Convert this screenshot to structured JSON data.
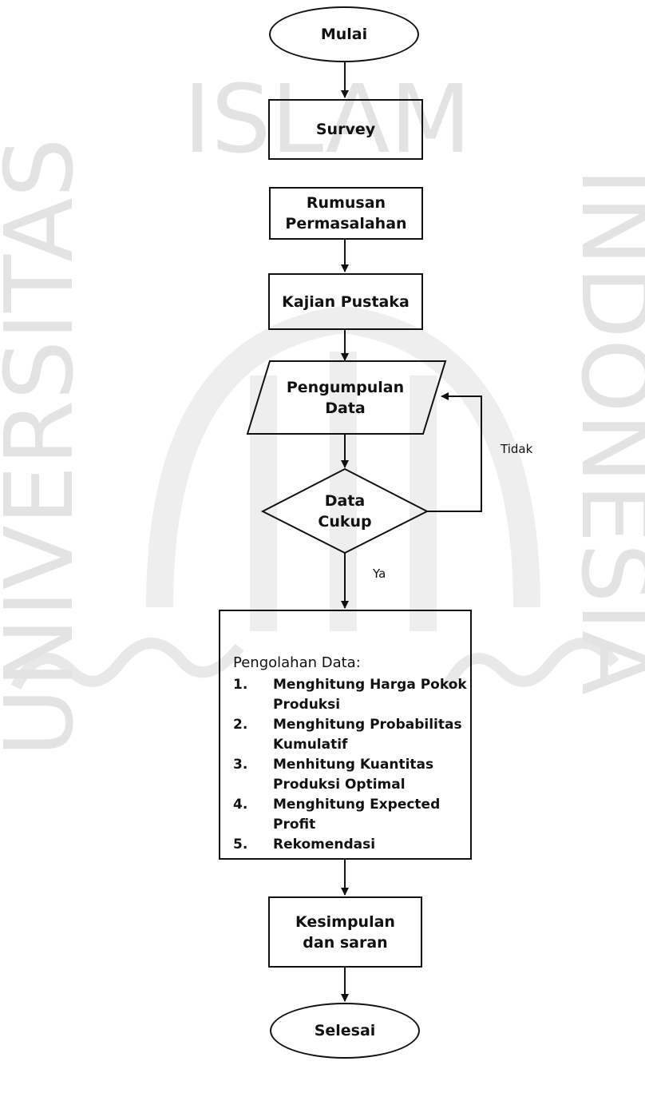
{
  "watermark": {
    "text": "UNIVERSITAS ISLAM INDONESIA",
    "top": "ISLAM",
    "left": "UNIVERSITAS",
    "right": "INDONESIA"
  },
  "nodes": {
    "start": "Mulai",
    "survey": "Survey",
    "rumusan": "Rumusan\nPermasalahan",
    "kajian": "Kajian Pustaka",
    "pengumpulan": "Pengumpulan\nData",
    "decision": "Data\nCukup",
    "kesimpulan": "Kesimpulan\ndan saran",
    "end": "Selesai"
  },
  "edges": {
    "no_label": "Tidak",
    "yes_label": "Ya"
  },
  "processing": {
    "title": "Pengolahan Data:",
    "items": [
      {
        "num": "1.",
        "text": "Menghitung Harga Pokok Produksi"
      },
      {
        "num": "2.",
        "text": "Menghitung Probabilitas Kumulatif"
      },
      {
        "num": "3.",
        "text": "Menhitung Kuantitas Produksi Optimal"
      },
      {
        "num": "4.",
        "text": "Menghitung Expected Profit"
      },
      {
        "num": "5.",
        "text": "Rekomendasi"
      }
    ]
  }
}
